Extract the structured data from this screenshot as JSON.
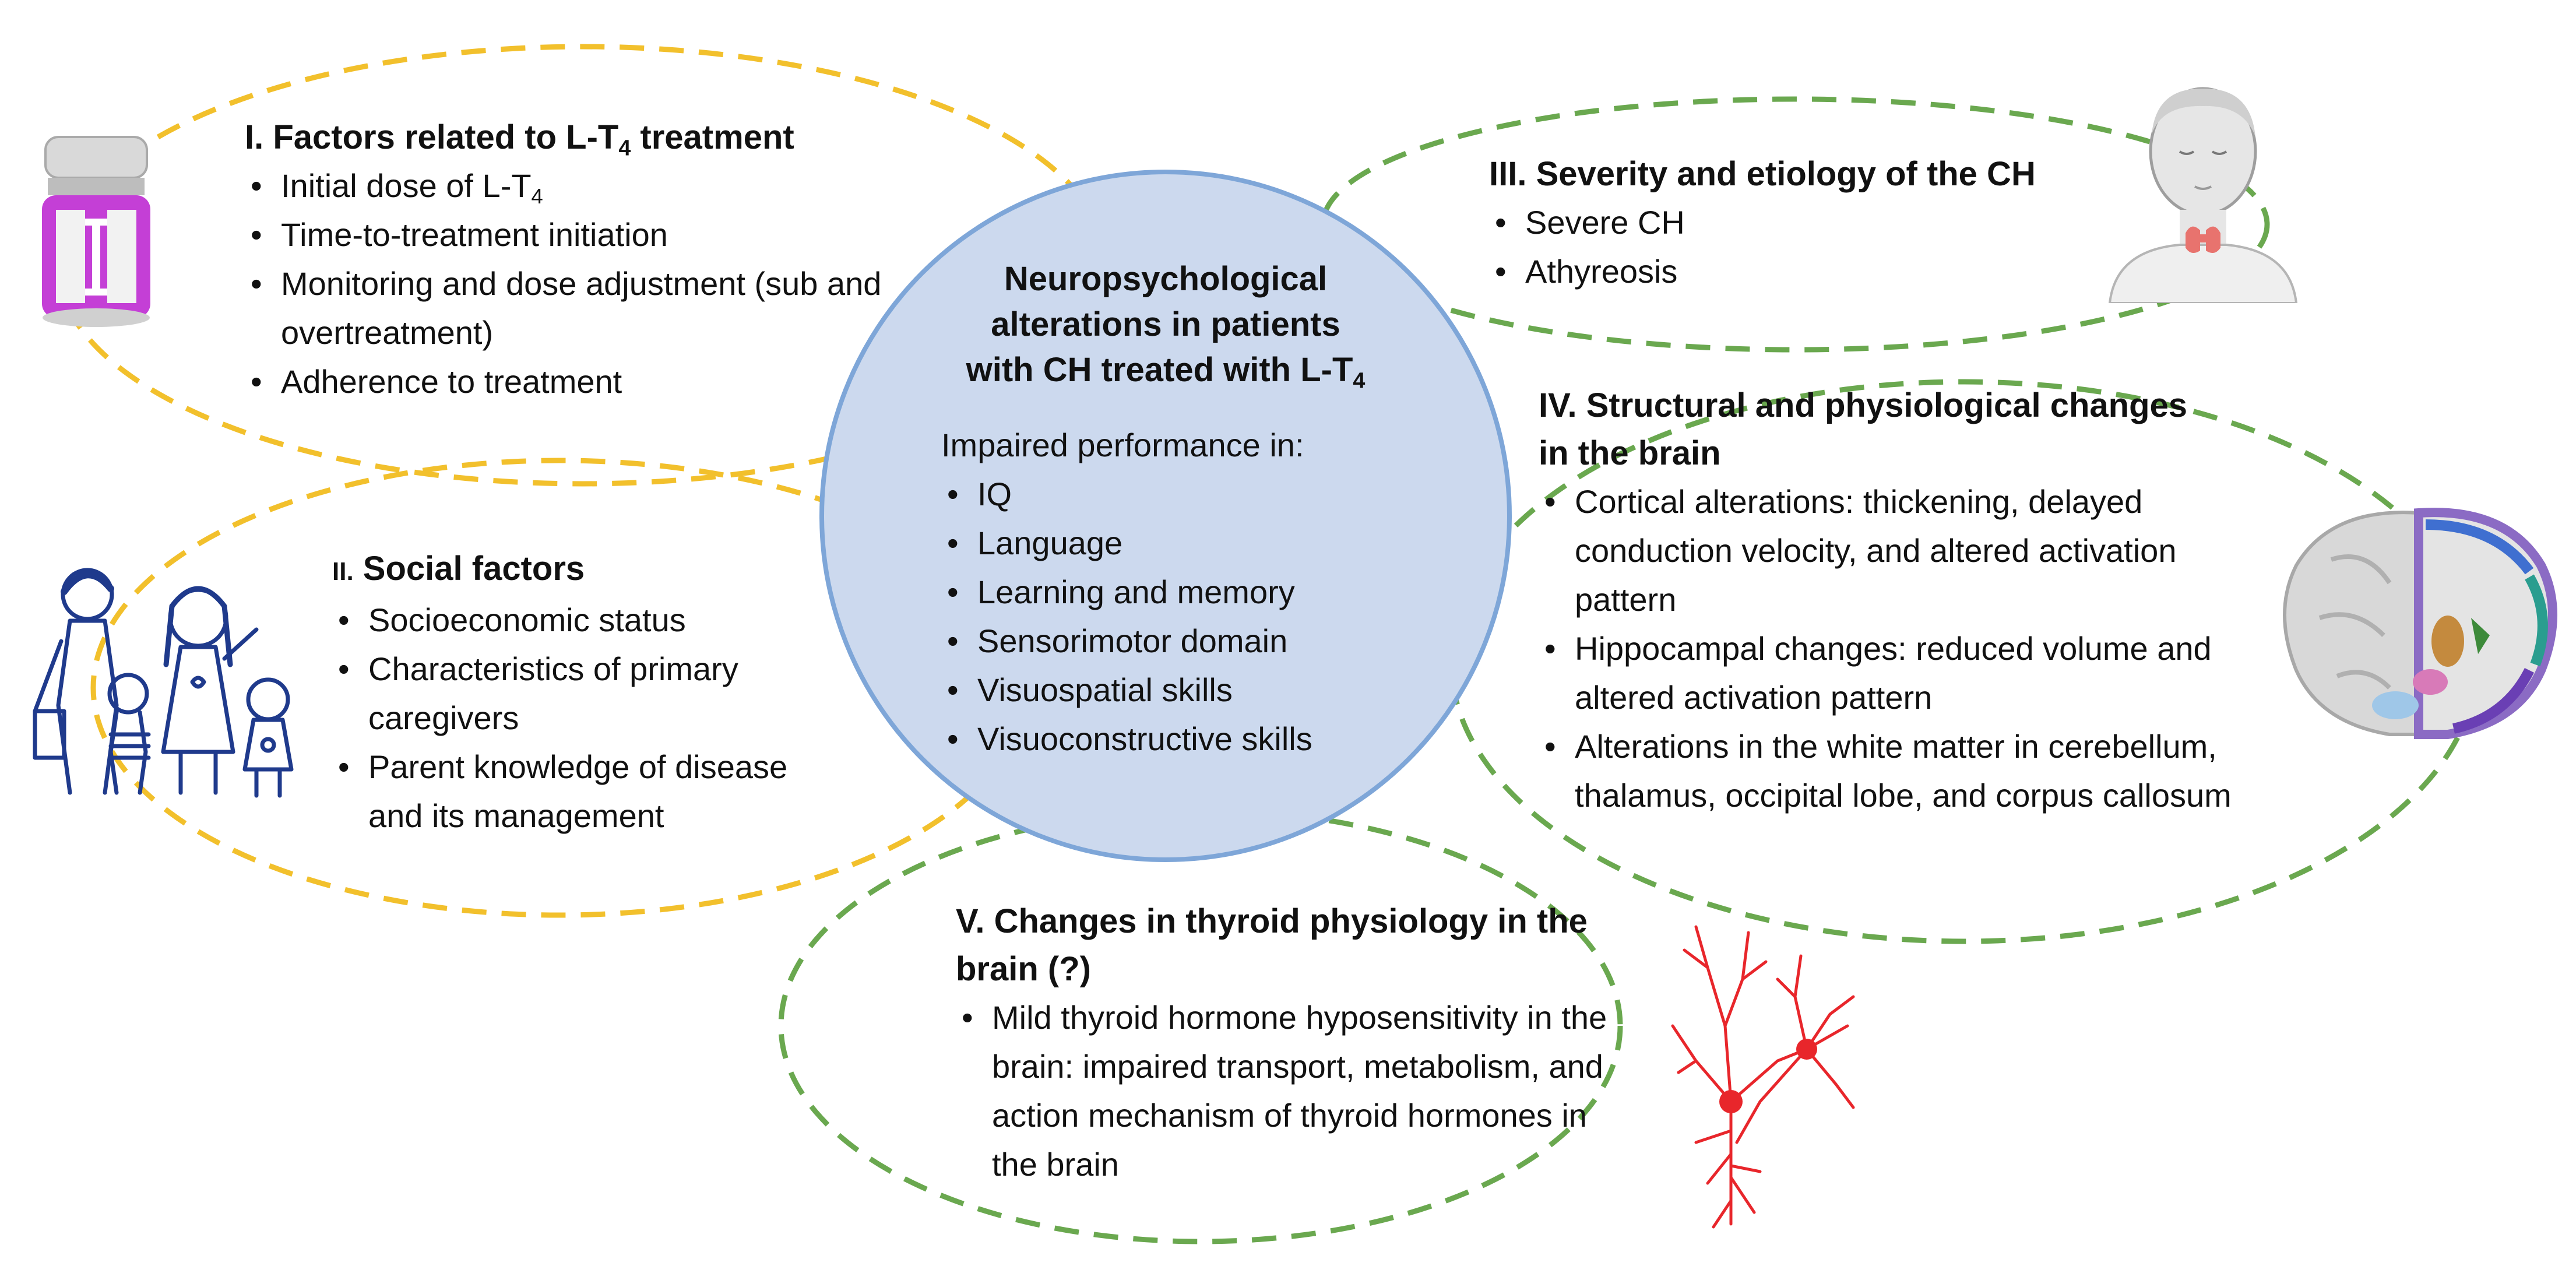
{
  "center": {
    "title_lines": [
      "Neuropsychological",
      "alterations in patients",
      "with CH treated with L-T"
    ],
    "title_sub": "4",
    "subtitle": "Impaired performance in:",
    "items": [
      "IQ",
      "Language",
      "Learning and memory",
      "Sensorimotor domain",
      "Visuospatial skills",
      "Visuoconstructive skills"
    ]
  },
  "section1": {
    "title": "I. Factors related to L-T",
    "title_sub": "4",
    "title_tail": " treatment",
    "items": [
      {
        "text": "Initial dose of L-T",
        "sub": "4"
      },
      {
        "text": "Time-to-treatment initiation"
      },
      {
        "text": "Monitoring and dose adjustment (sub and overtreatment)"
      },
      {
        "text": "Adherence to treatment"
      }
    ]
  },
  "section2": {
    "roman": "II.",
    "title": " Social factors",
    "items": [
      "Socioeconomic status",
      "Characteristics of primary caregivers",
      "Parent knowledge of disease and its management"
    ]
  },
  "section3": {
    "title": "III. Severity and etiology of the CH",
    "items": [
      "Severe CH",
      "Athyreosis"
    ]
  },
  "section4": {
    "title": "IV. Structural and physiological changes in the brain",
    "items": [
      "Cortical alterations: thickening, delayed conduction velocity, and altered activation pattern",
      "Hippocampal changes: reduced volume and altered activation pattern",
      "Alterations in the white matter in cerebellum, thalamus, occipital lobe, and corpus callosum"
    ]
  },
  "section5": {
    "title": "V. Changes in thyroid physiology in the brain (?)",
    "items": [
      "Mild thyroid hormone hyposensitivity in the brain: impaired transport, metabolism, and action mechanism of thyroid hormones in the brain"
    ]
  },
  "colors": {
    "yellow_dash": "#f2c02c",
    "green_dash": "#6aa84f",
    "center_fill": "#ccd9ee",
    "center_stroke": "#7ea6d8",
    "pill_purple": "#c43fd6",
    "neuron_red": "#e8262b",
    "kids_blue": "#1f3a8c"
  },
  "icons": [
    "medicine-bottle-icon",
    "family-drawing-icon",
    "thyroid-person-icon",
    "brain-section-icon",
    "neuron-icon"
  ]
}
